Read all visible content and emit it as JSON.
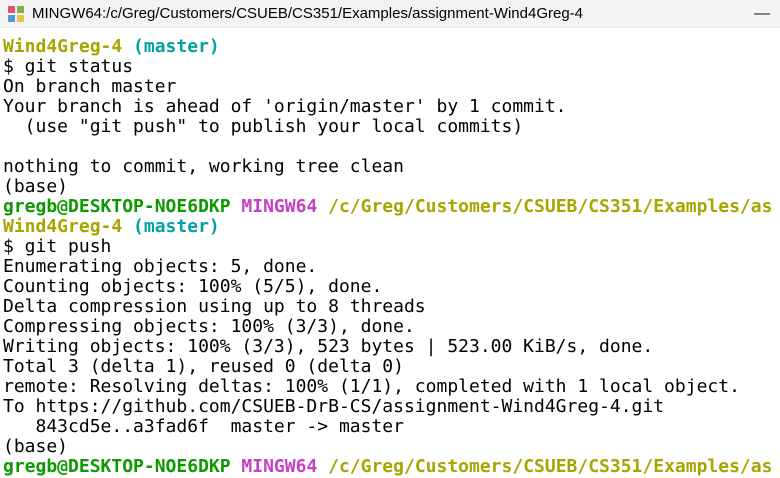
{
  "window": {
    "title": "MINGW64:/c/Greg/Customers/CSUEB/CS351/Examples/assignment-Wind4Greg-4",
    "minimize_glyph": "—",
    "icon_name": "mingw64-colored-panes-icon"
  },
  "colors": {
    "default": "#000000",
    "green": "#0c9a00",
    "magenta": "#c540c5",
    "olive": "#a8a400",
    "teal": "#00a2a2",
    "titlebar_bg": "#f3f3f3",
    "terminal_bg": "#ffffff"
  },
  "terminal": {
    "lines": [
      [
        {
          "t": "Wind4Greg-4 ",
          "c": "olive"
        },
        {
          "t": "(master)",
          "c": "teal"
        }
      ],
      [
        {
          "t": "$ git status",
          "c": "default"
        }
      ],
      [
        {
          "t": "On branch master",
          "c": "default"
        }
      ],
      [
        {
          "t": "Your branch is ahead of 'origin/master' by 1 commit.",
          "c": "default"
        }
      ],
      [
        {
          "t": "  (use \"git push\" to publish your local commits)",
          "c": "default"
        }
      ],
      [],
      [
        {
          "t": "nothing to commit, working tree clean",
          "c": "default"
        }
      ],
      [
        {
          "t": "(base)",
          "c": "default"
        }
      ],
      [
        {
          "t": "gregb@DESKTOP-NOE6DKP ",
          "c": "green"
        },
        {
          "t": "MINGW64 ",
          "c": "magenta"
        },
        {
          "t": "/c/Greg/Customers/CSUEB/CS351/Examples/as",
          "c": "olive"
        }
      ],
      [
        {
          "t": "Wind4Greg-4 ",
          "c": "olive"
        },
        {
          "t": "(master)",
          "c": "teal"
        }
      ],
      [
        {
          "t": "$ git push",
          "c": "default"
        }
      ],
      [
        {
          "t": "Enumerating objects: 5, done.",
          "c": "default"
        }
      ],
      [
        {
          "t": "Counting objects: 100% (5/5), done.",
          "c": "default"
        }
      ],
      [
        {
          "t": "Delta compression using up to 8 threads",
          "c": "default"
        }
      ],
      [
        {
          "t": "Compressing objects: 100% (3/3), done.",
          "c": "default"
        }
      ],
      [
        {
          "t": "Writing objects: 100% (3/3), 523 bytes | 523.00 KiB/s, done.",
          "c": "default"
        }
      ],
      [
        {
          "t": "Total 3 (delta 1), reused 0 (delta 0)",
          "c": "default"
        }
      ],
      [
        {
          "t": "remote: Resolving deltas: 100% (1/1), completed with 1 local object.",
          "c": "default"
        }
      ],
      [
        {
          "t": "To https://github.com/CSUEB-DrB-CS/assignment-Wind4Greg-4.git",
          "c": "default"
        }
      ],
      [
        {
          "t": "   843cd5e..a3fad6f  master -> master",
          "c": "default"
        }
      ],
      [
        {
          "t": "(base)",
          "c": "default"
        }
      ],
      [
        {
          "t": "gregb@DESKTOP-NOE6DKP ",
          "c": "green"
        },
        {
          "t": "MINGW64 ",
          "c": "magenta"
        },
        {
          "t": "/c/Greg/Customers/CSUEB/CS351/Examples/as",
          "c": "olive"
        }
      ]
    ]
  }
}
